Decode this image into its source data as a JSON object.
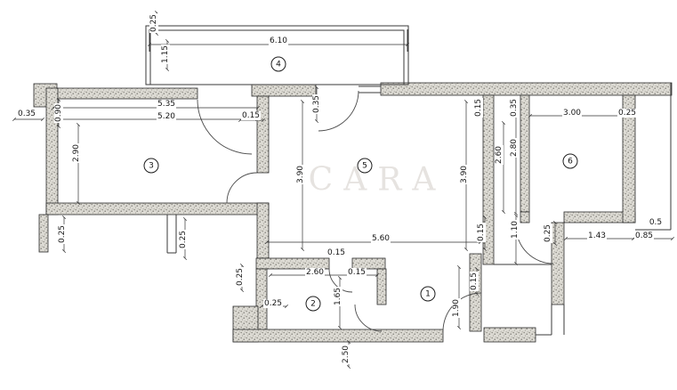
{
  "watermark": "CARA",
  "rooms": [
    {
      "num": "1"
    },
    {
      "num": "2"
    },
    {
      "num": "3"
    },
    {
      "num": "4"
    },
    {
      "num": "5"
    },
    {
      "num": "6"
    }
  ],
  "dims": [
    {
      "t": "0.25"
    },
    {
      "t": "6.10"
    },
    {
      "t": "1.15"
    },
    {
      "t": "0.35"
    },
    {
      "t": "0.90"
    },
    {
      "t": "5.35"
    },
    {
      "t": "5.20"
    },
    {
      "t": "0.15"
    },
    {
      "t": "0.35"
    },
    {
      "t": "0.15"
    },
    {
      "t": "0.35"
    },
    {
      "t": "3.00"
    },
    {
      "t": "0.25"
    },
    {
      "t": "2.90"
    },
    {
      "t": "3.90"
    },
    {
      "t": "3.90"
    },
    {
      "t": "2.60"
    },
    {
      "t": "2.80"
    },
    {
      "t": "0.25"
    },
    {
      "t": "0.25"
    },
    {
      "t": "5.60"
    },
    {
      "t": "0.15"
    },
    {
      "t": "0.15"
    },
    {
      "t": "1.10"
    },
    {
      "t": "0.25"
    },
    {
      "t": "1.43"
    },
    {
      "t": "0.85"
    },
    {
      "t": "0.5"
    },
    {
      "t": "0.25"
    },
    {
      "t": "2.60"
    },
    {
      "t": "0.15"
    },
    {
      "t": "0.25"
    },
    {
      "t": "1.65"
    },
    {
      "t": "0.15"
    },
    {
      "t": "1.90"
    },
    {
      "t": "2.50"
    }
  ]
}
